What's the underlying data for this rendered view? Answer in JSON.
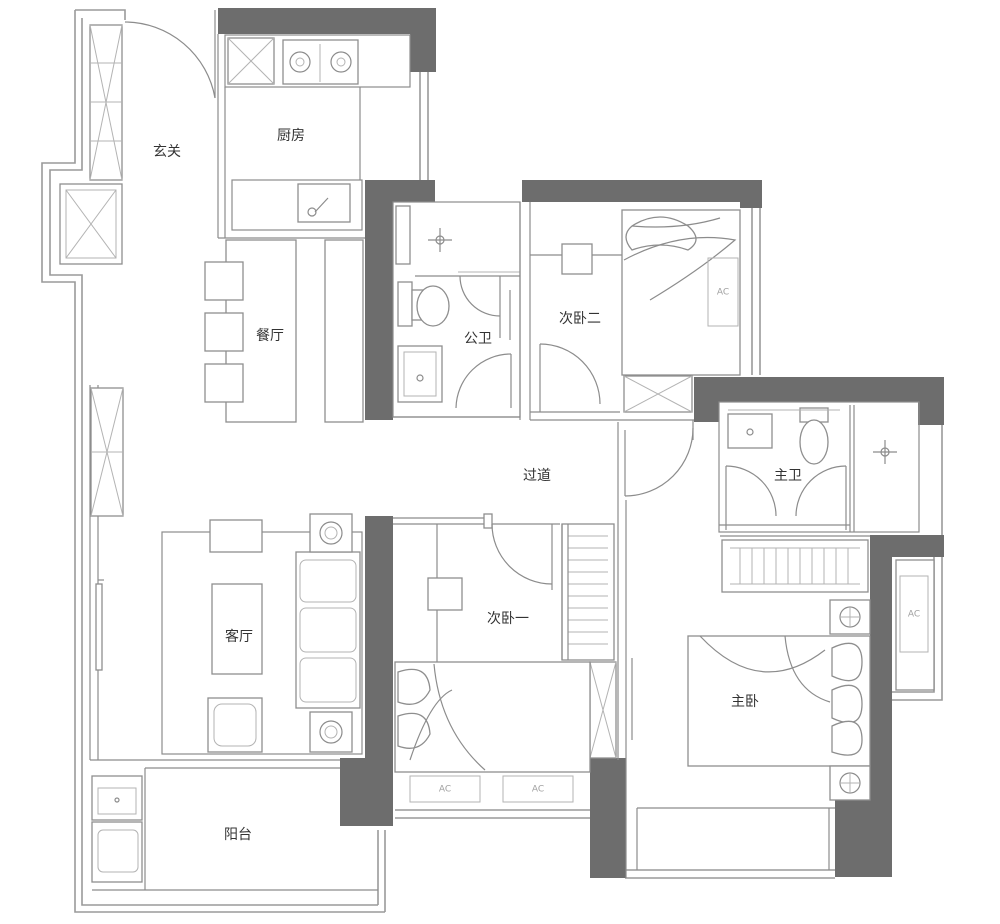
{
  "rooms": {
    "entrance": "玄关",
    "kitchen": "厨房",
    "dining": "餐厅",
    "public_bath": "公卫",
    "bedroom2": "次卧二",
    "corridor": "过道",
    "master_bath": "主卫",
    "living": "客厅",
    "bedroom1": "次卧一",
    "master_bedroom": "主卧",
    "balcony": "阳台"
  },
  "ac_marks": {
    "bedroom2": "AC",
    "master": "AC",
    "bedroom1": "AC",
    "bedroom1_b": "AC"
  }
}
